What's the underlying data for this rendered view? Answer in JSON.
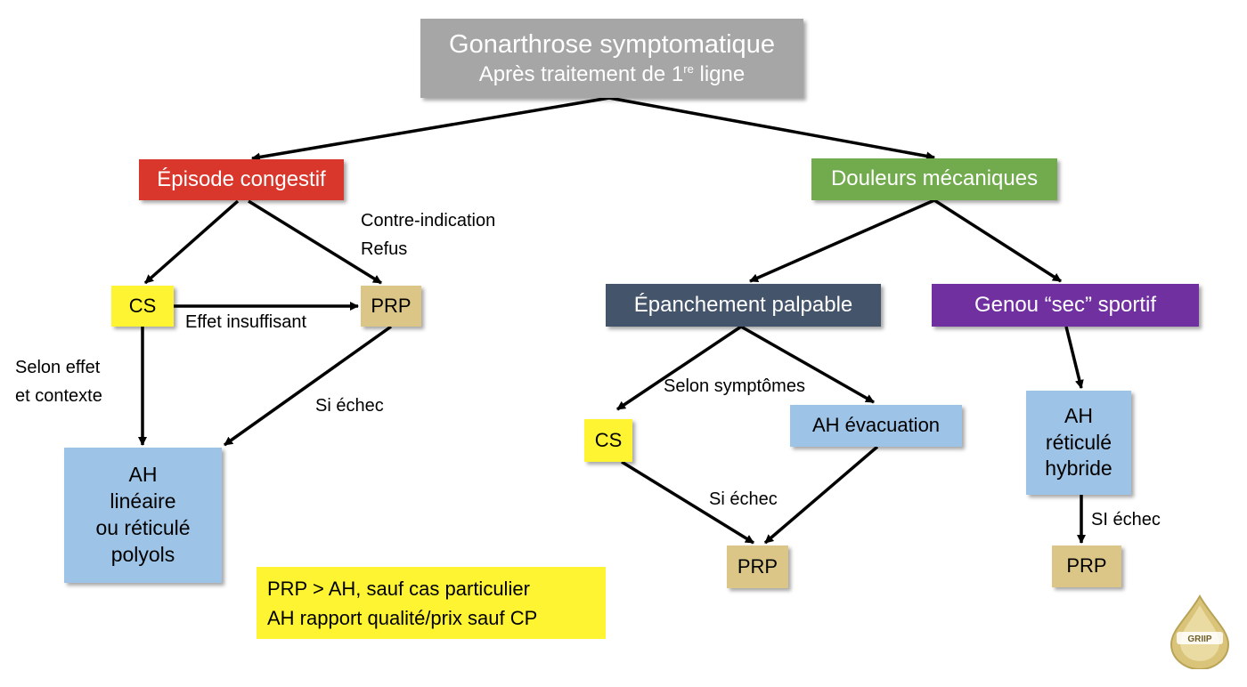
{
  "colors": {
    "root": "#a6a6a6",
    "congestif": "#d9362c",
    "mecaniques": "#72ab4d",
    "epanchement": "#44546a",
    "genou": "#7030a0",
    "cs": "#fff432",
    "prp": "#dcc687",
    "ah": "#9dc3e6",
    "note": "#fff432",
    "edge": "#000000"
  },
  "root": {
    "title": "Gonarthrose symptomatique",
    "subtitle_before": "Après traitement de 1",
    "subtitle_sup": "re",
    "subtitle_after": " ligne"
  },
  "branches": {
    "congestif": "Épisode congestif",
    "mecaniques": "Douleurs mécaniques",
    "epanchement": "Épanchement palpable",
    "genou": "Genou “sec” sportif"
  },
  "treatments": {
    "cs_left": "CS",
    "prp_left": "PRP",
    "ah_left": [
      "AH",
      "linéaire",
      "ou réticulé",
      "polyols"
    ],
    "cs_right": "CS",
    "ah_evacuation": "AH évacuation",
    "prp_middle": "PRP",
    "ah_hybride": [
      "AH",
      "réticulé",
      "hybride"
    ],
    "prp_right": "PRP"
  },
  "edge_labels": {
    "contre_indication": [
      "Contre-indication",
      "Refus"
    ],
    "effet_insuffisant": "Effet insuffisant",
    "selon_effet": [
      "Selon effet",
      "et contexte"
    ],
    "si_echec_left": "Si échec",
    "selon_symptomes": "Selon symptômes",
    "si_echec_middle": "Si échec",
    "si_echec_right": "SI échec"
  },
  "note": {
    "lines": [
      "PRP > AH, sauf cas particulier",
      "AH rapport qualité/prix sauf CP"
    ]
  },
  "logo": {
    "icon": "drop-icon",
    "text": "GRIIP"
  }
}
